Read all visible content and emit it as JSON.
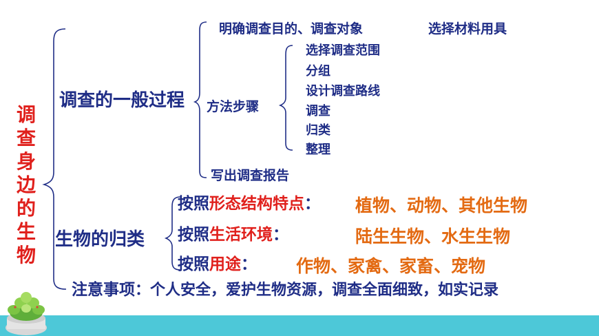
{
  "root": "调查身边的生物",
  "process": {
    "title": "调查的一般过程",
    "step1": "明确调查目的、调查对象",
    "step1b": "选择材料用具",
    "method": {
      "label": "方法步骤",
      "items": [
        "选择调查范围",
        "分组",
        "设计调查路线",
        "调查",
        "归类",
        "整理"
      ]
    },
    "step3": "写出调查报告"
  },
  "classify": {
    "title": "生物的归类",
    "rows": [
      {
        "prefix": "按照",
        "key": "形态结构特点",
        "suffix": "：",
        "result": "植物、动物、其他生物"
      },
      {
        "prefix": "按照",
        "key": "生活环境",
        "suffix": "：",
        "result": "陆生生物、水生生物"
      },
      {
        "prefix": "按照",
        "key": "用途",
        "suffix": "：",
        "result": "作物、家禽、家畜、宠物"
      }
    ]
  },
  "note": {
    "head": "注意事项",
    "body": "：个人安全，爱护生物资源，调查全面细致，如实记录"
  },
  "colors": {
    "dark_blue": "#1f2d86",
    "red": "#e0201c",
    "orange": "#e36a12",
    "teal": "#4dc8d8"
  },
  "icons": [
    "succulent-plant-icon"
  ]
}
